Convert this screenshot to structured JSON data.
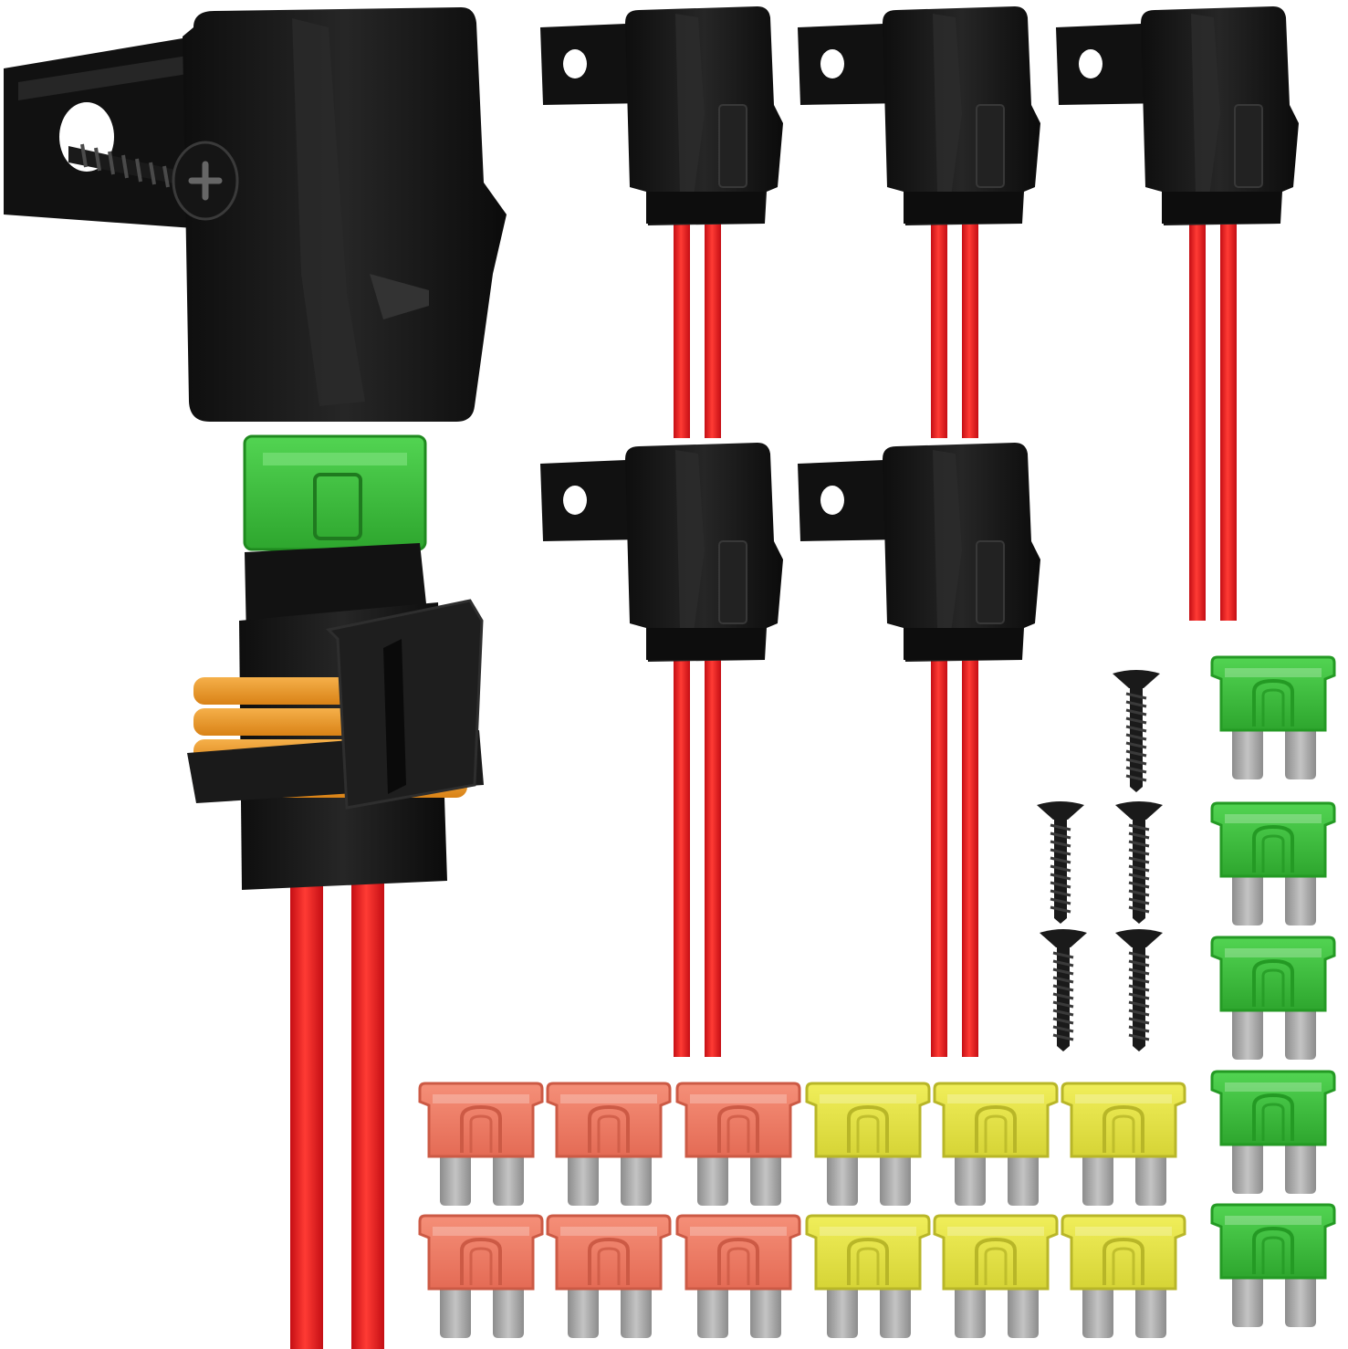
{
  "colors": {
    "background": "#ffffff",
    "housing": "#151515",
    "housing_edge": "#2e2e2e",
    "wire": "#e8141a",
    "wire_highlight": "#ff6a5e",
    "fuse_green": "#3fbf3f",
    "fuse_red": "#f07d66",
    "fuse_yellow": "#e4e246",
    "fuse_blade": "#a8a8a8",
    "gasket": "#ef9a2a",
    "screw": "#1a1a1a"
  },
  "items": {
    "mounting_cover": "cover-with-screw",
    "main_fuse_holder": "waterproof-fuse-holder",
    "compact_holders": 5,
    "loose_screws": 5,
    "fuses_green": 5,
    "fuses_red": 6,
    "fuses_yellow": 6
  }
}
